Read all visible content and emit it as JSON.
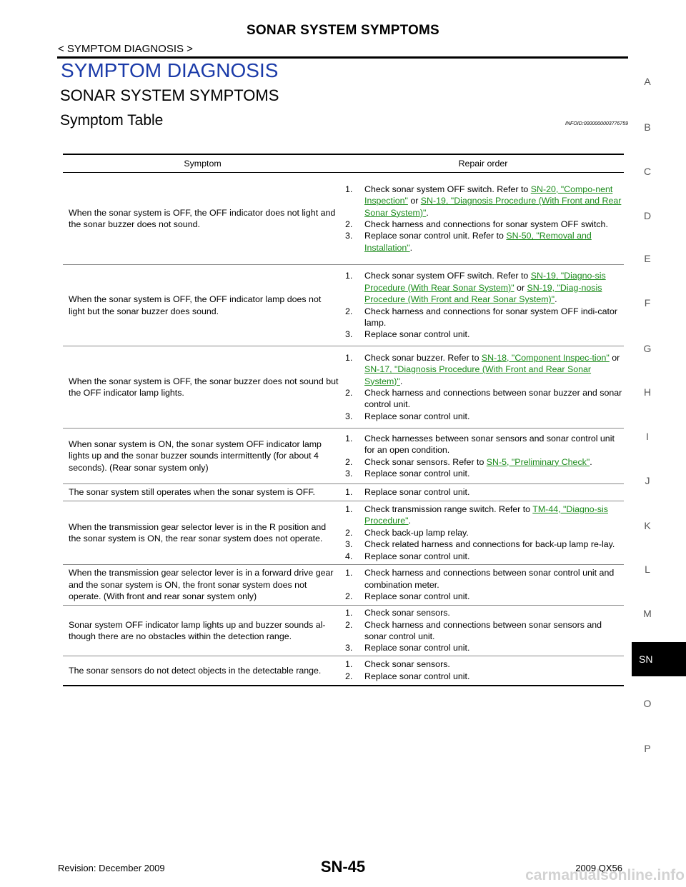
{
  "header": {
    "title": "SONAR SYSTEM SYMPTOMS",
    "breadcrumb": "< SYMPTOM DIAGNOSIS >"
  },
  "headings": {
    "h1": "SYMPTOM DIAGNOSIS",
    "h2": "SONAR SYSTEM SYMPTOMS",
    "h3": "Symptom Table",
    "infoid": "INFOID:0000000003776759"
  },
  "sidebar": {
    "letters": [
      "A",
      "B",
      "C",
      "D",
      "E",
      "F",
      "G",
      "H",
      "I",
      "J",
      "K",
      "L",
      "M",
      "SN",
      "O",
      "P"
    ],
    "active": "SN"
  },
  "table": {
    "headers": [
      "Symptom",
      "Repair order"
    ],
    "rows": [
      {
        "symptom": "When the sonar system is OFF, the OFF indicator does not light and the sonar buzzer does not sound.",
        "steps": [
          {
            "n": "1.",
            "parts": [
              {
                "t": "Check sonar system OFF switch. Refer to "
              },
              {
                "t": "SN-20, \"Compo-nent Inspection\"",
                "link": true
              },
              {
                "t": " or "
              },
              {
                "t": "SN-19, \"Diagnosis Procedure (With Front and Rear Sonar System)\"",
                "link": true
              },
              {
                "t": "."
              }
            ]
          },
          {
            "n": "2.",
            "parts": [
              {
                "t": "Check harness and connections for sonar system OFF switch."
              }
            ]
          },
          {
            "n": "3.",
            "parts": [
              {
                "t": "Replace sonar control unit. Refer to "
              },
              {
                "t": "SN-50, \"Removal and Installation\"",
                "link": true
              },
              {
                "t": "."
              }
            ]
          }
        ]
      },
      {
        "symptom": "When the sonar system is OFF, the OFF indicator lamp does not light but the sonar buzzer does sound.",
        "steps": [
          {
            "n": "1.",
            "parts": [
              {
                "t": "Check sonar system OFF switch. Refer to "
              },
              {
                "t": "SN-19, \"Diagno-sis Procedure (With Rear Sonar System)\"",
                "link": true
              },
              {
                "t": " or "
              },
              {
                "t": "SN-19, \"Diag-nosis Procedure (With Front and Rear Sonar System)\"",
                "link": true
              },
              {
                "t": "."
              }
            ]
          },
          {
            "n": "2.",
            "parts": [
              {
                "t": "Check harness and connections for sonar system OFF indi-cator lamp."
              }
            ]
          },
          {
            "n": "3.",
            "parts": [
              {
                "t": "Replace sonar control unit."
              }
            ]
          }
        ]
      },
      {
        "symptom": "When the sonar system is OFF, the sonar buzzer does not sound but the OFF indicator lamp lights.",
        "steps": [
          {
            "n": "1.",
            "parts": [
              {
                "t": "Check sonar buzzer. Refer to "
              },
              {
                "t": "SN-18, \"Component Inspec-tion\"",
                "link": true
              },
              {
                "t": " or "
              },
              {
                "t": "SN-17, \"Diagnosis Procedure (With Front and Rear Sonar System)\"",
                "link": true
              },
              {
                "t": "."
              }
            ]
          },
          {
            "n": "2.",
            "parts": [
              {
                "t": "Check harness and connections between sonar buzzer and sonar control unit."
              }
            ]
          },
          {
            "n": "3.",
            "parts": [
              {
                "t": "Replace sonar control unit."
              }
            ]
          }
        ]
      },
      {
        "symptom": "When sonar system is ON, the sonar system OFF indicator lamp lights up and the sonar buzzer sounds intermittently (for about 4 seconds). (Rear sonar system only)",
        "steps": [
          {
            "n": "1.",
            "parts": [
              {
                "t": "Check harnesses between sonar sensors and sonar control unit for an open condition."
              }
            ]
          },
          {
            "n": "2.",
            "parts": [
              {
                "t": "Check sonar sensors.  Refer to "
              },
              {
                "t": "SN-5, \"Preliminary Check\"",
                "link": true
              },
              {
                "t": "."
              }
            ]
          },
          {
            "n": "3.",
            "parts": [
              {
                "t": "Replace sonar control unit."
              }
            ]
          }
        ]
      },
      {
        "symptom": "The sonar system still operates when the sonar system is OFF.",
        "steps": [
          {
            "n": "1.",
            "parts": [
              {
                "t": "Replace sonar control unit."
              }
            ]
          }
        ]
      },
      {
        "symptom": "When the transmission gear selector lever is in the R position and the sonar system is ON, the rear sonar system does not operate.",
        "steps": [
          {
            "n": "1.",
            "parts": [
              {
                "t": "Check transmission range switch. Refer to "
              },
              {
                "t": "TM-44, \"Diagno-sis Procedure\"",
                "link": true
              },
              {
                "t": "."
              }
            ]
          },
          {
            "n": "2.",
            "parts": [
              {
                "t": "Check back-up lamp relay."
              }
            ]
          },
          {
            "n": "3.",
            "parts": [
              {
                "t": "Check related harness and connections for back-up lamp re-lay."
              }
            ]
          },
          {
            "n": "4.",
            "parts": [
              {
                "t": "Replace sonar control unit."
              }
            ]
          }
        ]
      },
      {
        "symptom": "When the transmission gear selector lever is in a forward drive gear and the sonar system is ON, the front sonar system does not operate.  (With front and rear sonar system only)",
        "steps": [
          {
            "n": "1.",
            "parts": [
              {
                "t": "Check harness and connections between sonar control unit and combination meter."
              }
            ]
          },
          {
            "n": "2.",
            "parts": [
              {
                "t": "Replace sonar control unit."
              }
            ]
          }
        ]
      },
      {
        "symptom": "Sonar system OFF indicator lamp lights up and buzzer sounds al-though there are no obstacles within the detection range.",
        "steps": [
          {
            "n": "1.",
            "parts": [
              {
                "t": "Check sonar sensors."
              }
            ]
          },
          {
            "n": "2.",
            "parts": [
              {
                "t": "Check harness and connections between sonar sensors and sonar control unit."
              }
            ]
          },
          {
            "n": "3.",
            "parts": [
              {
                "t": "Replace sonar control unit."
              }
            ]
          }
        ]
      },
      {
        "symptom": "The sonar sensors do not detect objects in the detectable range.",
        "steps": [
          {
            "n": "1.",
            "parts": [
              {
                "t": "Check sonar sensors."
              }
            ]
          },
          {
            "n": "2.",
            "parts": [
              {
                "t": "Replace sonar control unit."
              }
            ]
          }
        ]
      }
    ]
  },
  "footer": {
    "revision": "Revision: December 2009",
    "page": "SN-45",
    "model": "2009 QX56",
    "watermark": "carmanualsonline.info"
  }
}
